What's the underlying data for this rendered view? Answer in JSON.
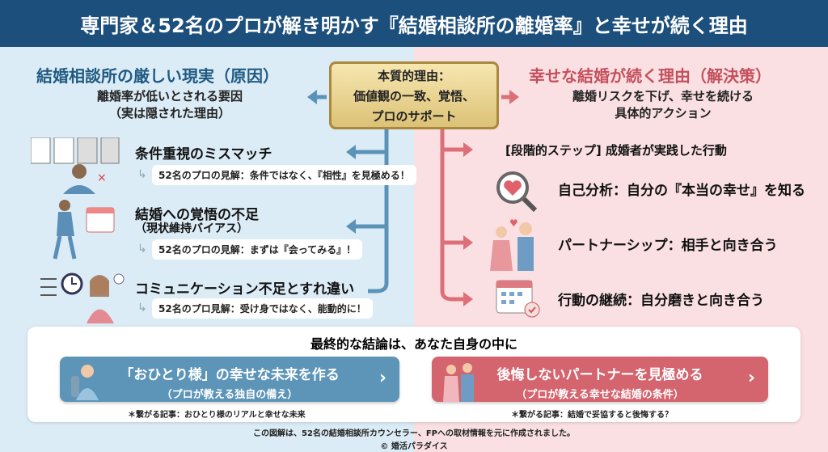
{
  "title": "専門家＆52名のプロが解き明かす『結婚相談所の離婚率』と幸せが続く理由",
  "left": {
    "heading": "結婚相談所の厳しい現実（原因）",
    "sub1": "離婚率が低いとされる要因",
    "sub2": "（実は隠された理由）",
    "items": [
      {
        "title": "条件重視のミスマッチ",
        "note": "52名のプロの見解：条件ではなく、『相性』を見極める！"
      },
      {
        "title": "結婚への覚悟の不足",
        "subtitle": "（現状維持バイアス）",
        "note": "52名のプロの見解：まずは『会ってみる』！"
      },
      {
        "title": "コミュニケーション不足とすれ違い",
        "note": "52名のプロ見解：受け身ではなく、能動的に！"
      }
    ]
  },
  "core": {
    "line1": "本質的理由：",
    "line2": "価値観の一致、覚悟、",
    "line3": "プロのサポート"
  },
  "right": {
    "heading": "幸せな結婚が続く理由（解決策）",
    "sub1": "離婚リスクを下げ、幸せを続ける",
    "sub2": "具体的アクション",
    "step_header": "[段階的ステップ] 成婚者が実践した行動",
    "items": [
      {
        "title": "自己分析：自分の『本当の幸せ』を知る"
      },
      {
        "title": "パートナーシップ：相手と向き合う"
      },
      {
        "title": "行動の継続：自分磨きと向き合う"
      }
    ]
  },
  "conclusion": {
    "title": "最終的な結論は、あなた自身の中に",
    "button_left": {
      "line1": "「おひとり様」の幸せな未来を作る",
      "line2": "（プロが教える独自の備え）",
      "note": "＊繋がる記事：おひとり様のリアルと幸せな未来"
    },
    "button_right": {
      "line1": "後悔しないパートナーを見極める",
      "line2": "（プロが教える幸せな結婚の条件）",
      "note": "＊繋がる記事：結婚で妥協すると後悔する？"
    },
    "chevron": "›"
  },
  "footer": {
    "line1": "この図解は、52名の結婚相談所カウンセラー、FPへの取材情報を元に作成されました。",
    "line2": "© 婚活パラダイス"
  },
  "colors": {
    "title_bg": "#1d4f7c",
    "left_bg": "#dcecf6",
    "right_bg": "#fae0e2",
    "blue_btn": "#5d95b8",
    "pink_btn": "#d4646e",
    "gold": "#dcc277"
  }
}
